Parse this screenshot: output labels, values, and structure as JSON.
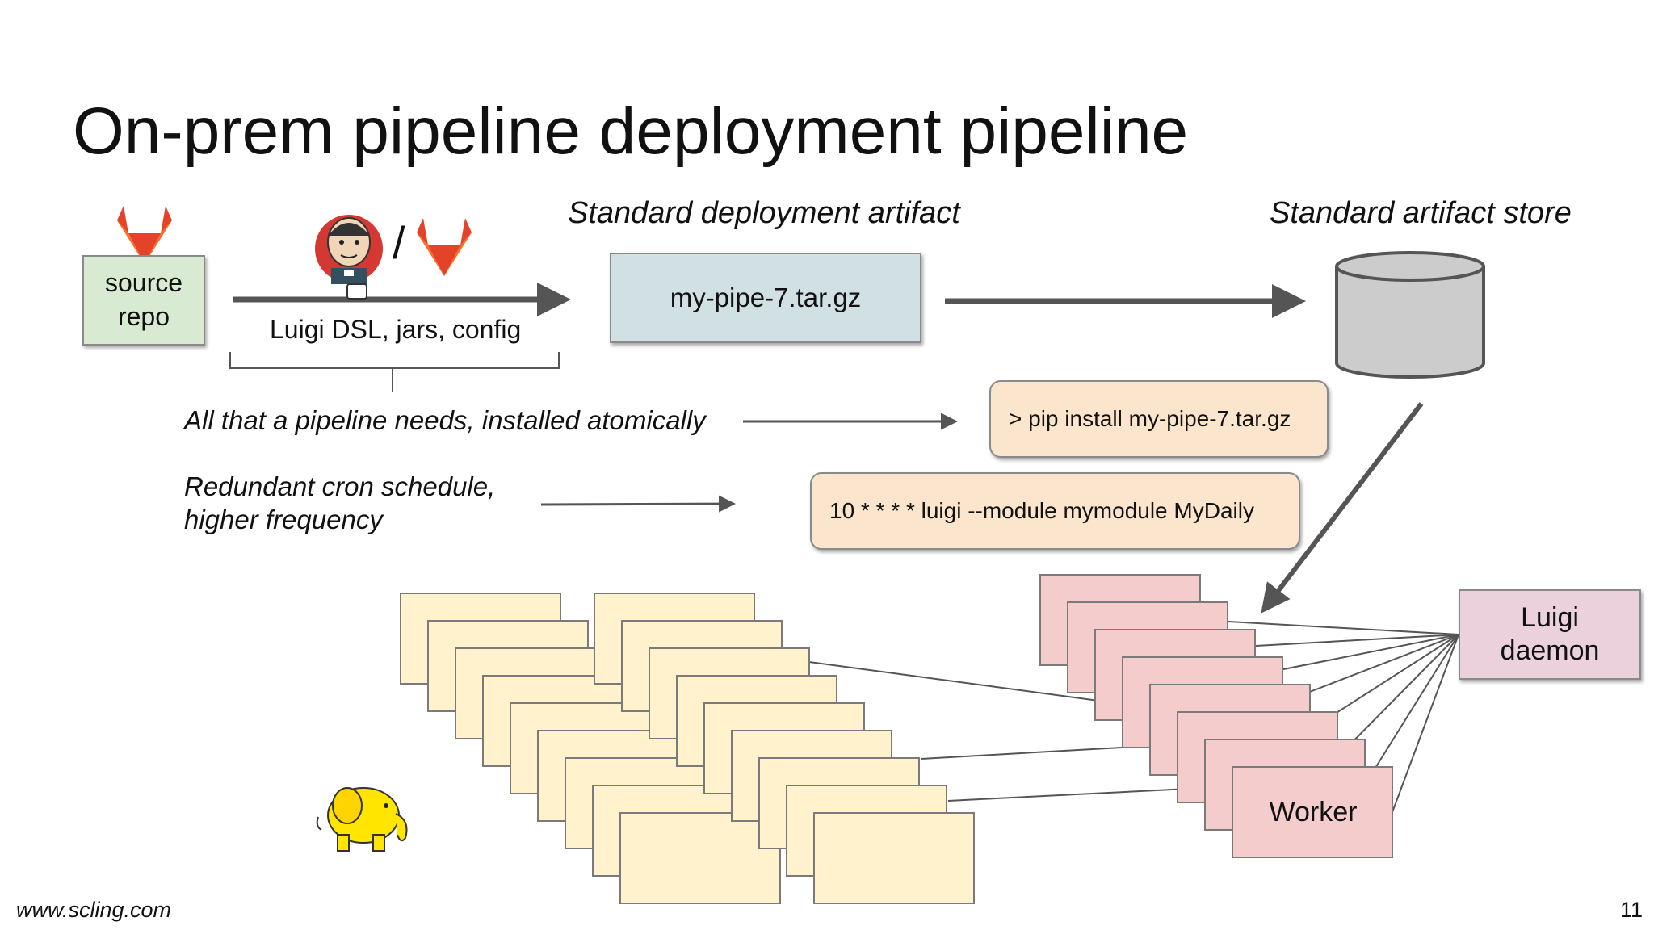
{
  "slide": {
    "title": "On-prem pipeline deployment pipeline",
    "artifact_caption": "Standard deployment artifact",
    "store_caption": "Standard artifact store",
    "source_box": {
      "line1": "source",
      "line2": "repo"
    },
    "build_separator": "/",
    "deps_label": "Luigi DSL, jars, config",
    "artifact_name": "my-pipe-7.tar.gz",
    "atomic_note": "All that a pipeline needs, installed atomically",
    "cron_note": {
      "line1": "Redundant cron schedule,",
      "line2": "higher frequency"
    },
    "pip_command": "> pip install my-pipe-7.tar.gz",
    "cron_command": "10 * * * * luigi --module mymodule MyDaily",
    "daemon_box": {
      "line1": "Luigi",
      "line2": "daemon"
    },
    "worker_label": "Worker",
    "footer_url": "www.scling.com",
    "page_number": "11"
  },
  "icons": {
    "source_icon": "gitlab-icon",
    "build_icons": [
      "jenkins-icon",
      "gitlab-icon"
    ],
    "store_icon": "database-cylinder-icon",
    "cluster_icon": "hadoop-elephant-icon"
  },
  "colors": {
    "source_box": "#d9ead3",
    "artifact_box": "#d0e0e3",
    "command_box": "#fce5cd",
    "worker_box": "#f4cccc",
    "hadoop_node": "#fff2cc",
    "daemon_box": "#ead1dc",
    "arrow": "#555555"
  }
}
